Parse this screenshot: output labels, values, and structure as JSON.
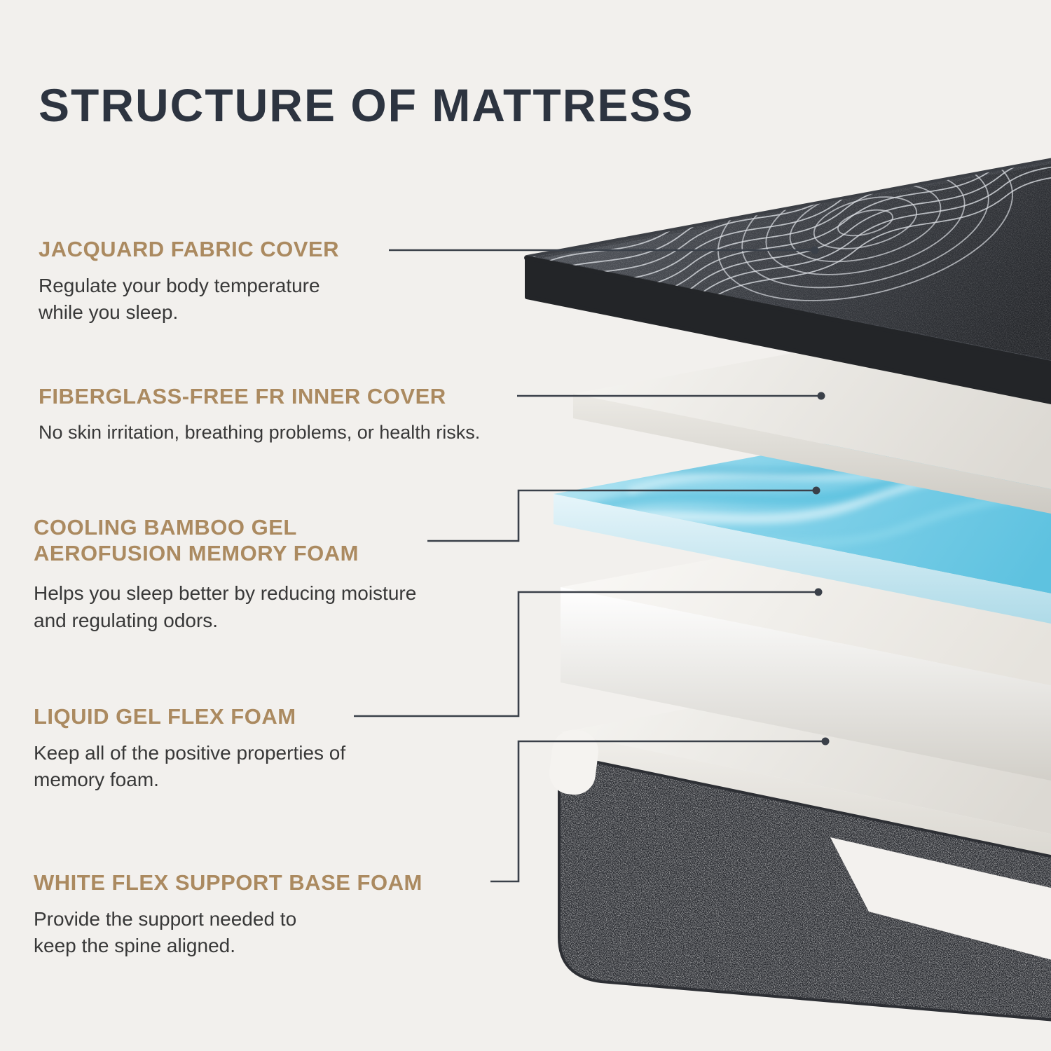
{
  "title": "STRUCTURE OF MATTRESS",
  "layers": [
    {
      "heading": "JACQUARD FABRIC COVER",
      "description": "Regulate your body temperature while you sleep."
    },
    {
      "heading": "FIBERGLASS-FREE FR INNER COVER",
      "description": "No skin irritation, breathing problems, or health risks."
    },
    {
      "heading": "COOLING BAMBOO GEL AEROFUSION MEMORY FOAM",
      "description": "Helps you sleep better by reducing moisture and regulating odors."
    },
    {
      "heading": "LIQUID GEL FLEX FOAM",
      "description": "Keep all of the positive properties of memory foam."
    },
    {
      "heading": "WHITE FLEX SUPPORT BASE FOAM",
      "description": "Provide the support needed to keep the spine aligned."
    }
  ],
  "colors": {
    "background": "#f2f0ed",
    "title": "#2d3440",
    "heading_accent": "#ab8a60",
    "body_text": "#383838",
    "leader_line": "#3a4049",
    "fabric_dark": "#34373c",
    "gel_blue": "#6fcbe6",
    "foam_white": "#f6f4f1",
    "base_dark": "#2d2f34"
  }
}
